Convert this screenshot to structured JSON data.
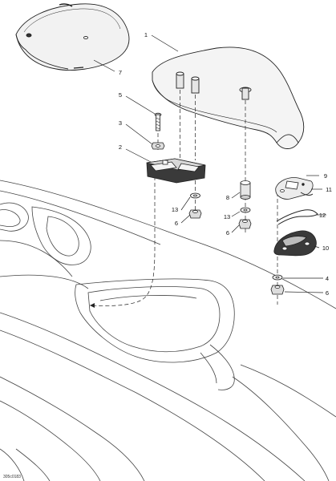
{
  "figure_code": "305c0183",
  "callouts": [
    {
      "id": "c1",
      "text": "1"
    },
    {
      "id": "c2",
      "text": "2"
    },
    {
      "id": "c3",
      "text": "3"
    },
    {
      "id": "c4",
      "text": "4"
    },
    {
      "id": "c5",
      "text": "5"
    },
    {
      "id": "c6a",
      "text": "6"
    },
    {
      "id": "c6b",
      "text": "6"
    },
    {
      "id": "c6c",
      "text": "6"
    },
    {
      "id": "c7",
      "text": "7"
    },
    {
      "id": "c8",
      "text": "8"
    },
    {
      "id": "c9",
      "text": "9"
    },
    {
      "id": "c10",
      "text": "10"
    },
    {
      "id": "c11",
      "text": "11"
    },
    {
      "id": "c12",
      "text": "12"
    },
    {
      "id": "c13a",
      "text": "13"
    },
    {
      "id": "c13b",
      "text": "13"
    }
  ],
  "colors": {
    "line": "#222222",
    "hull_line": "#444444",
    "part_fill": "#e6e6e6",
    "part_dark": "#2a2a2a"
  }
}
